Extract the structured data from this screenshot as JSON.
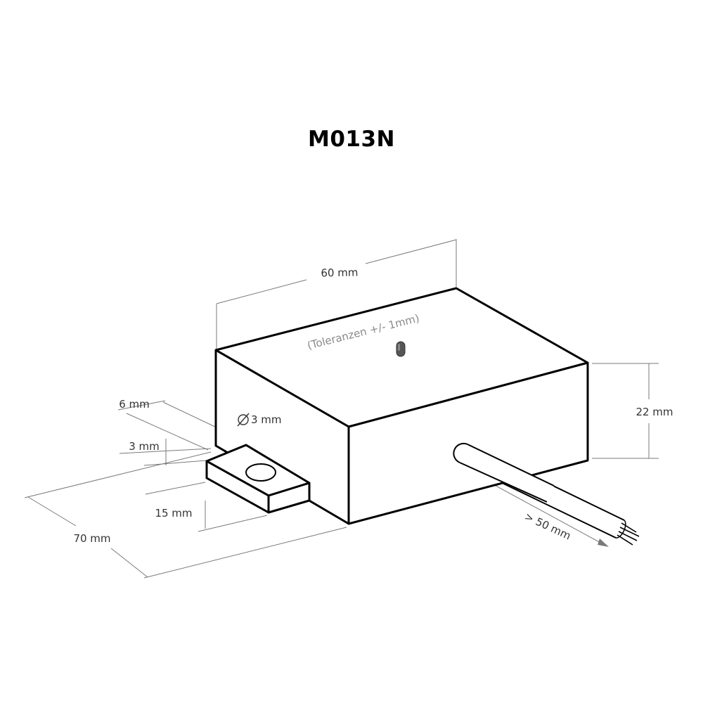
{
  "diagram": {
    "title": "M013N",
    "tolerance_note": "(Toleranzen +/- 1mm)",
    "dimensions": {
      "width": "60 mm",
      "height": "22 mm",
      "length": "70 mm",
      "tab_width": "6 mm",
      "tab_thickness": "3 mm",
      "hole_diameter": "3 mm",
      "tab_length": "15 mm",
      "cable_length": "> 50 mm"
    },
    "colors": {
      "outline": "#000000",
      "dimension_lines": "#7a7a7a",
      "note": "#8a8a8a",
      "led": "#555555"
    }
  }
}
